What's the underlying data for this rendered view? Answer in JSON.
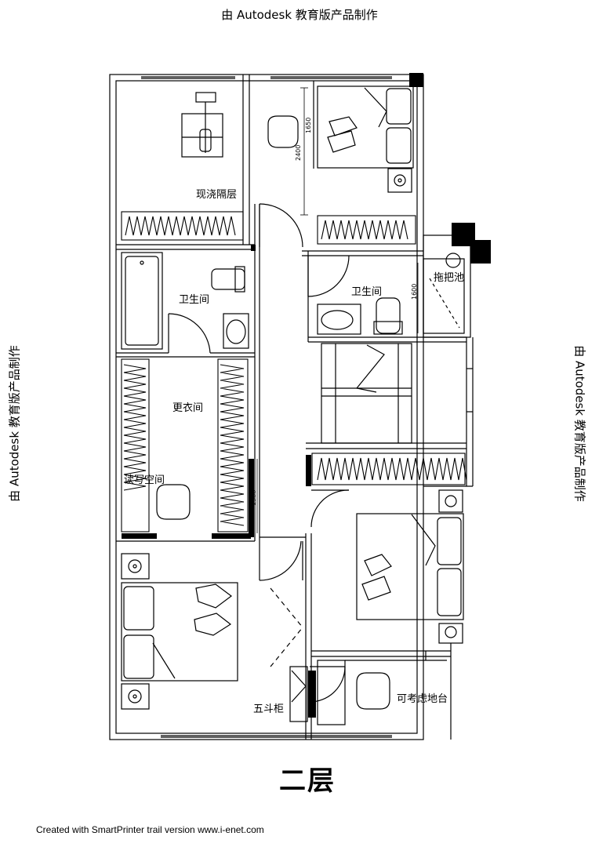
{
  "watermark": {
    "top": "由 Autodesk 教育版产品制作",
    "left": "由 Autodesk 教育版产品制作",
    "right": "由 Autodesk 教育版产品制作"
  },
  "rooms": {
    "cast_floor": "现浇隔层",
    "bath_left": "卫生间",
    "bath_right": "卫生间",
    "mop_pool": "拖把池",
    "dressing": "更衣间",
    "study": "读写空间",
    "dresser": "五斗柜",
    "bay_window": "可考虑地台"
  },
  "dimensions": {
    "d1650": "1650",
    "d2400": "2400",
    "d1600": "1600",
    "d1500": "1500"
  },
  "floor_title": "二层",
  "credit": "Created with SmartPrinter trail version www.i-enet.com"
}
